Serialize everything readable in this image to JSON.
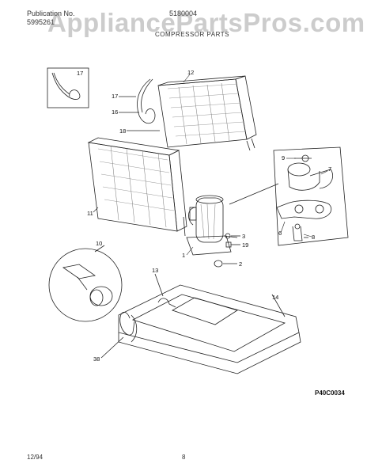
{
  "header": {
    "publication_label": "Publication No.",
    "publication_number": "5995261",
    "model_number": "5180004",
    "section_title": "COMPRESSOR PARTS",
    "watermark": "AppliancePartsPros.com"
  },
  "diagram": {
    "part_labels": [
      "17",
      "12",
      "17",
      "16",
      "18",
      "9",
      "7",
      "11",
      "3",
      "19",
      "6",
      "8",
      "1",
      "2",
      "10",
      "13",
      "14",
      "38"
    ],
    "drawing_code": "P40C0034"
  },
  "footer": {
    "date": "12/94",
    "page": "8"
  },
  "colors": {
    "line": "#222222",
    "watermark": "#888888"
  }
}
